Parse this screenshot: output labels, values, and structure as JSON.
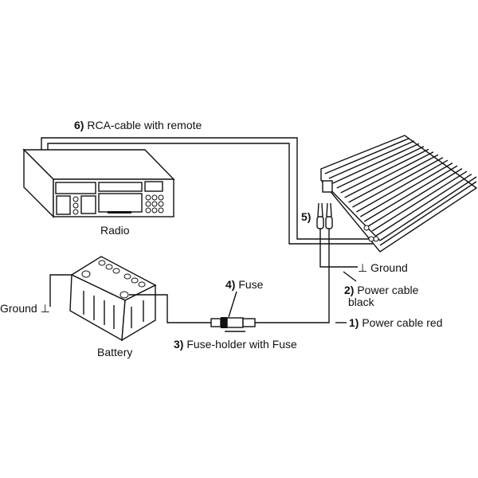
{
  "labels": {
    "rca_num": "6)",
    "rca_text": " RCA-cable with remote",
    "radio": "Radio",
    "battery": "Battery",
    "ground_left": "Ground ⊥",
    "fuse_num": "4)",
    "fuse_text": " Fuse",
    "fuseholder_num": "3)",
    "fuseholder_text": " Fuse-holder with Fuse",
    "terminals_num": "5)",
    "ground_right": "⊥ Ground",
    "black_num": "2)",
    "black_text": " Power cable",
    "black_text2": "black",
    "red_num": "1)",
    "red_text": " Power cable red"
  }
}
